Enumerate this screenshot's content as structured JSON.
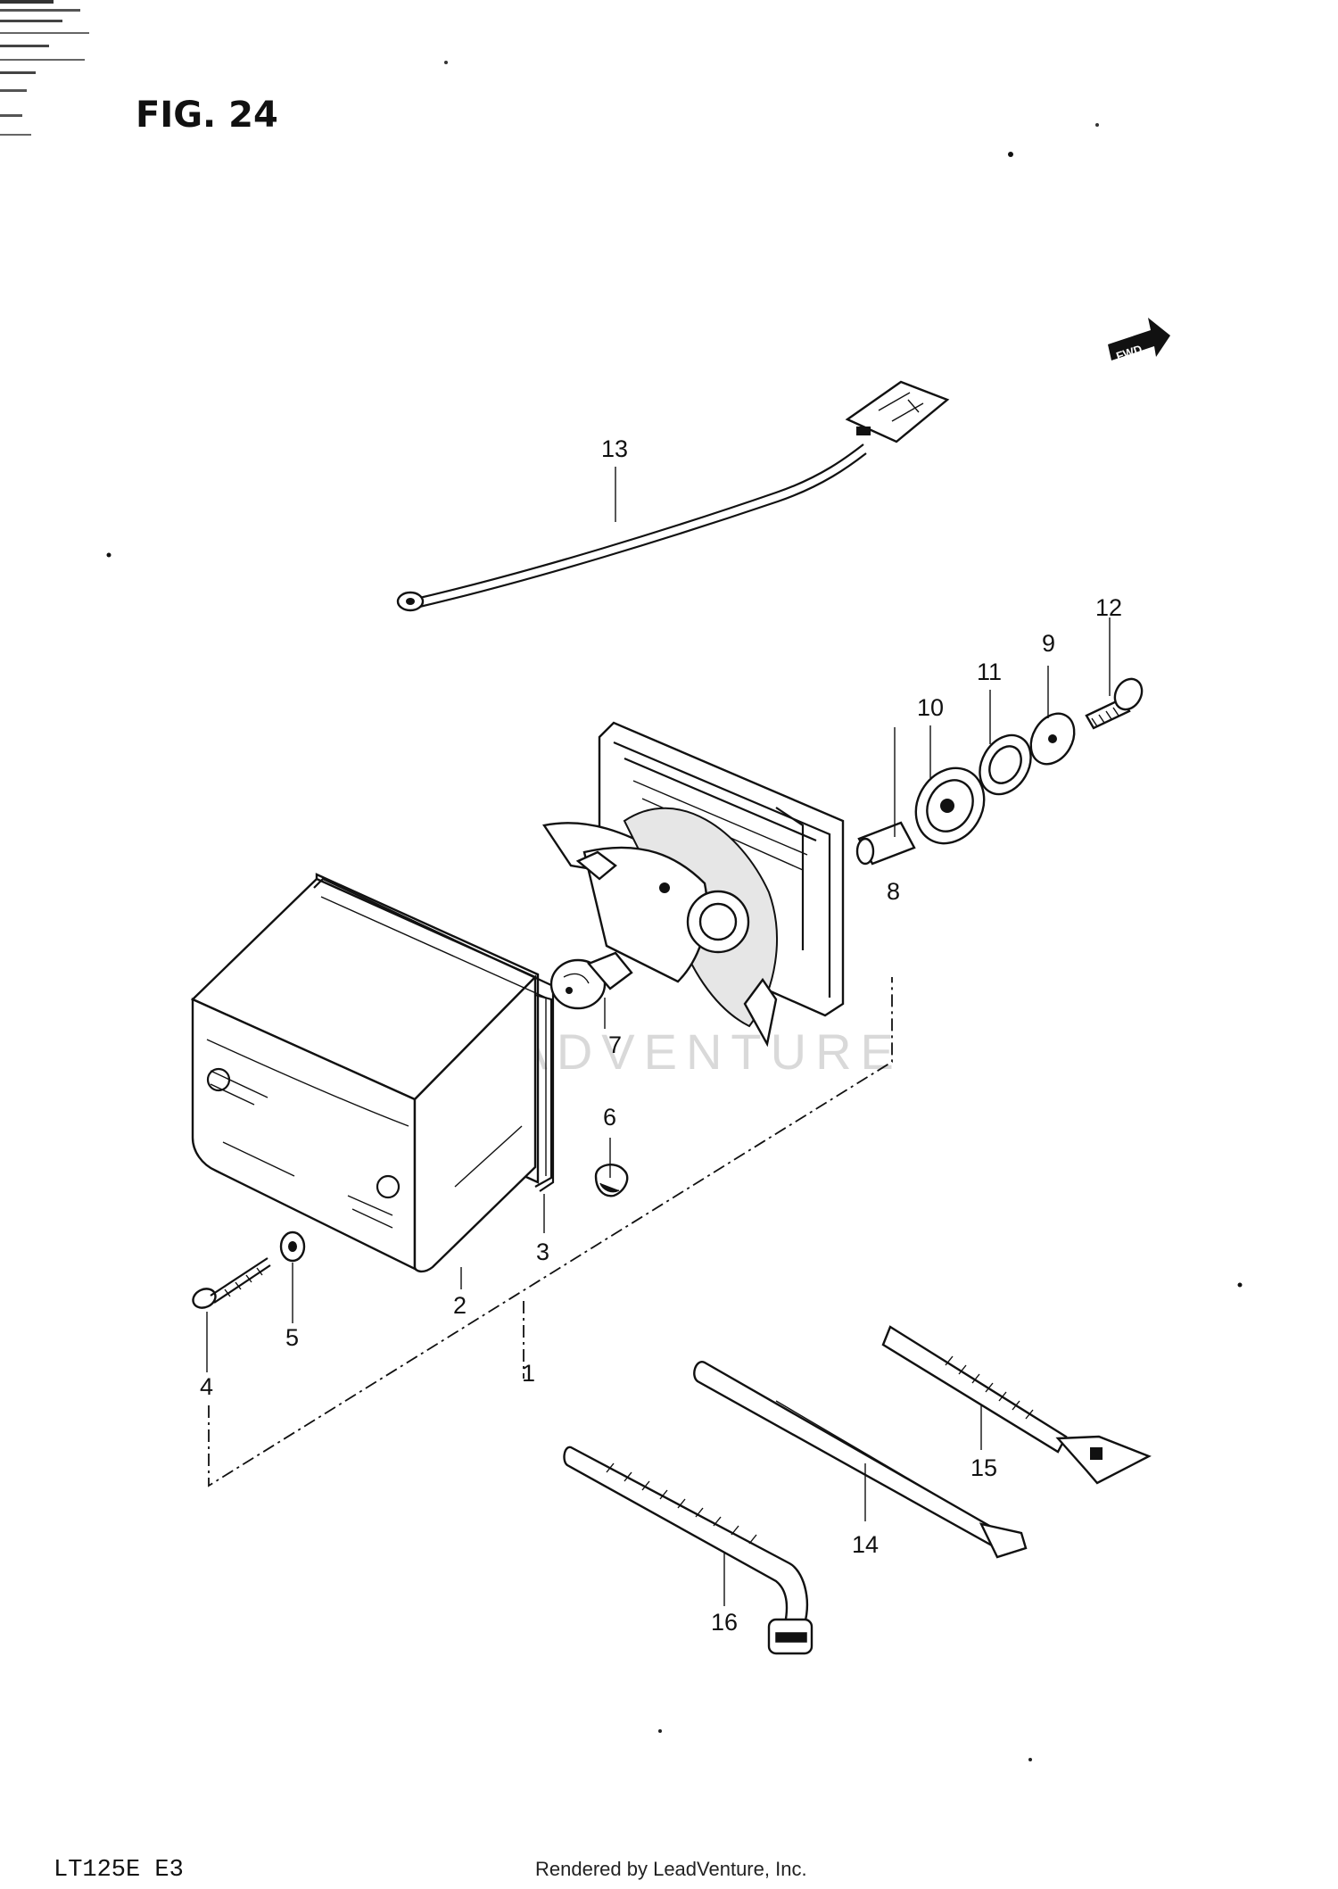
{
  "figure": {
    "title": "FIG. 24",
    "fwd_label": "FWD",
    "watermark": "LEADVENTURE"
  },
  "parts": [
    {
      "id": "1",
      "label": "1"
    },
    {
      "id": "2",
      "label": "2"
    },
    {
      "id": "3",
      "label": "3"
    },
    {
      "id": "4",
      "label": "4"
    },
    {
      "id": "5",
      "label": "5"
    },
    {
      "id": "6",
      "label": "6"
    },
    {
      "id": "7",
      "label": "7"
    },
    {
      "id": "8",
      "label": "8"
    },
    {
      "id": "9",
      "label": "9"
    },
    {
      "id": "10",
      "label": "10"
    },
    {
      "id": "11",
      "label": "11"
    },
    {
      "id": "12",
      "label": "12"
    },
    {
      "id": "13",
      "label": "13"
    },
    {
      "id": "14",
      "label": "14"
    },
    {
      "id": "15",
      "label": "15"
    },
    {
      "id": "16",
      "label": "16"
    }
  ],
  "footer": {
    "model": "LT125E E3",
    "credit": "Rendered by LeadVenture, Inc."
  }
}
